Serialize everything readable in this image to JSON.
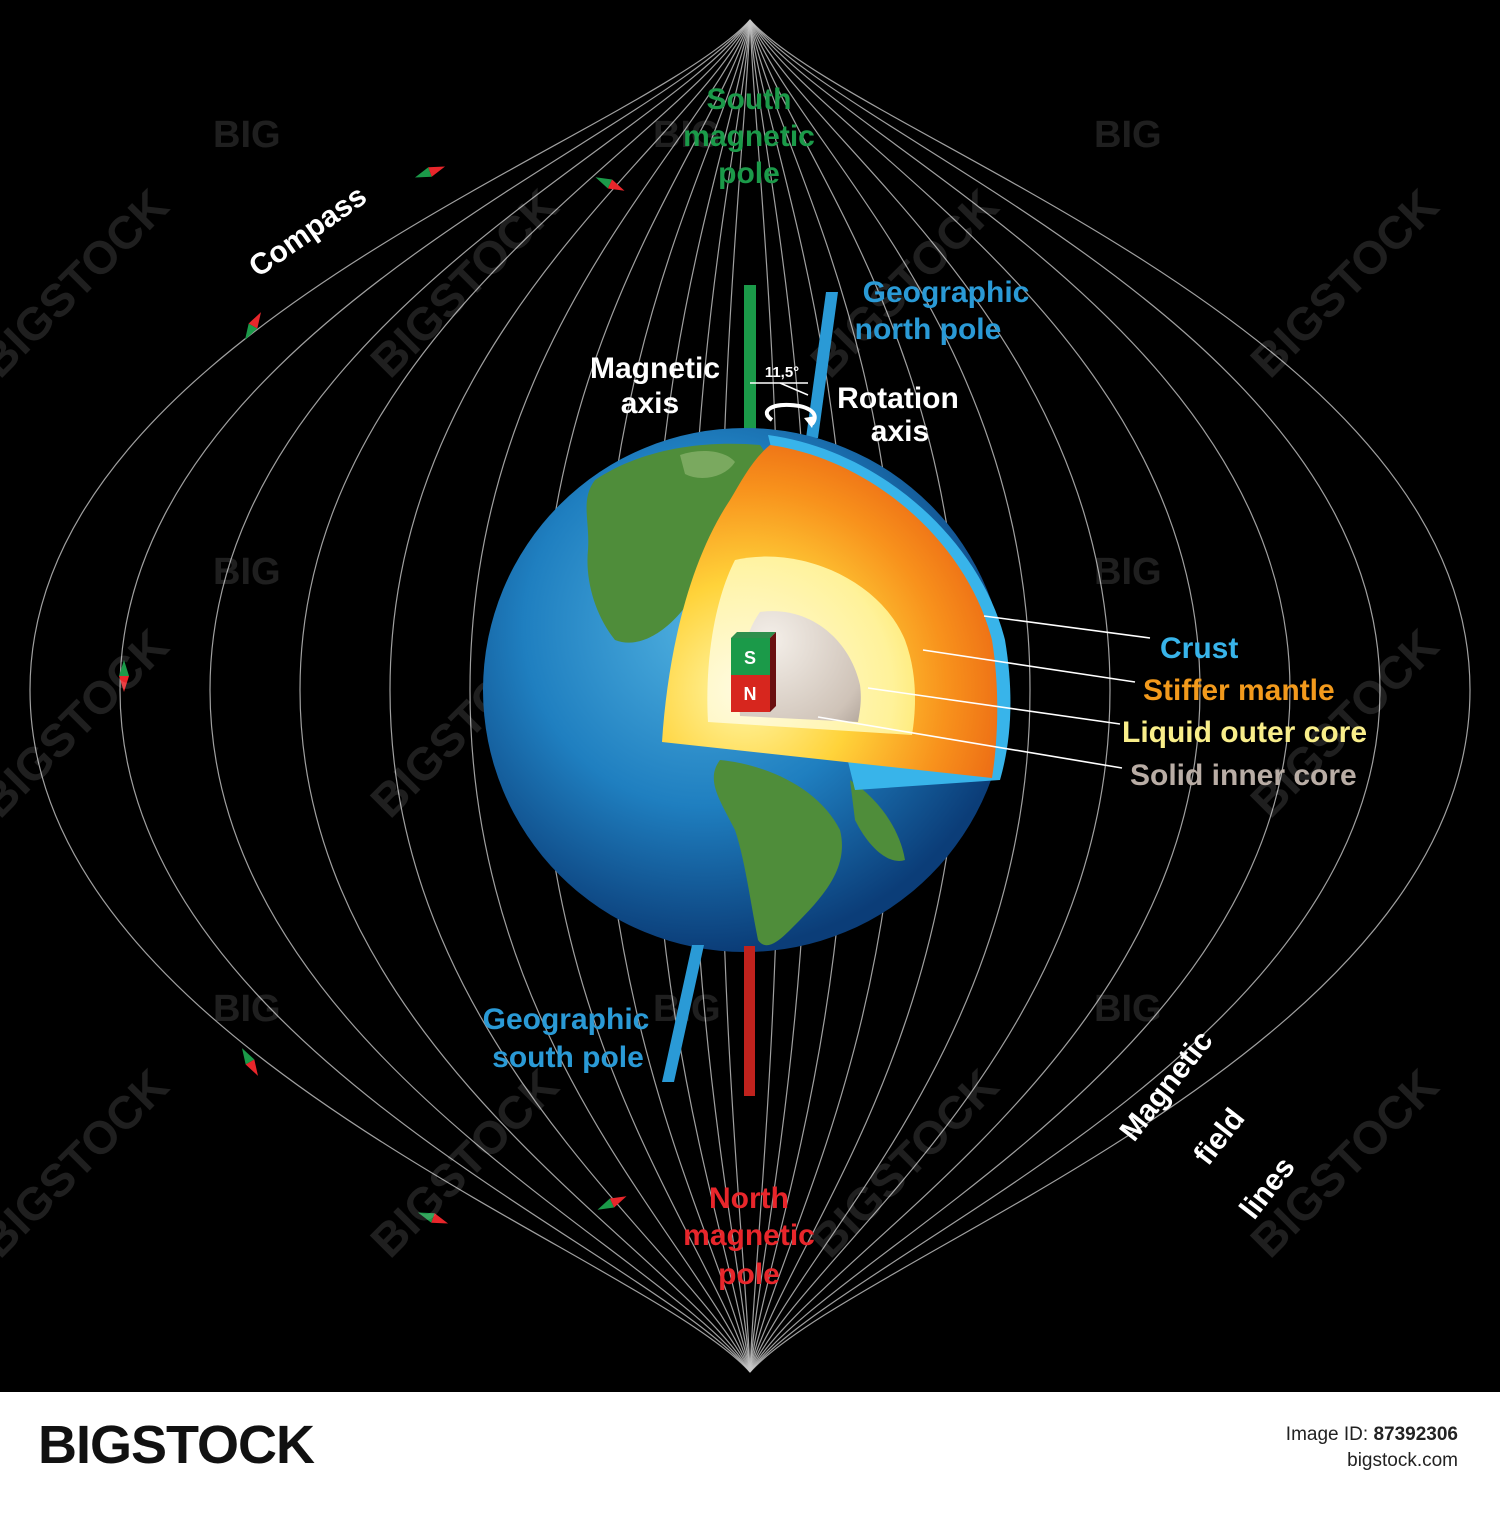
{
  "labels": {
    "south_magnetic_pole": [
      "South",
      "magnetic",
      "pole"
    ],
    "north_magnetic_pole": [
      "North",
      "magnetic",
      "pole"
    ],
    "geographic_north_pole": [
      "Geographic",
      "north pole"
    ],
    "geographic_south_pole": [
      "Geographic",
      "south pole"
    ],
    "magnetic_axis": [
      "Magnetic",
      "axis"
    ],
    "rotation_axis": [
      "Rotation",
      "axis"
    ],
    "angle": "11,5°",
    "compass": "Compass",
    "magnetic_field_lines": [
      "Magnetic",
      "field",
      "lines"
    ],
    "magnet_s": "S",
    "magnet_n": "N"
  },
  "layers": [
    {
      "name": "Crust",
      "color": "#38b4ea"
    },
    {
      "name": "Stiffer mantle",
      "color": "#f39a1c"
    },
    {
      "name": "Liquid outer core",
      "color": "#f9ee8a"
    },
    {
      "name": "Solid inner core",
      "color": "#b9ada5"
    }
  ],
  "colors": {
    "south_pole_green": "#1b9a49",
    "north_pole_red": "#e8262b",
    "geographic_blue": "#2a9ad6",
    "white": "#ffffff"
  },
  "watermark": {
    "small": "BIG",
    "large": "BIGSTOCK"
  },
  "footer": {
    "logo": "BIGSTOCK",
    "id_label": "Image ID:",
    "id_value": "87392306",
    "url": "bigstock.com"
  }
}
